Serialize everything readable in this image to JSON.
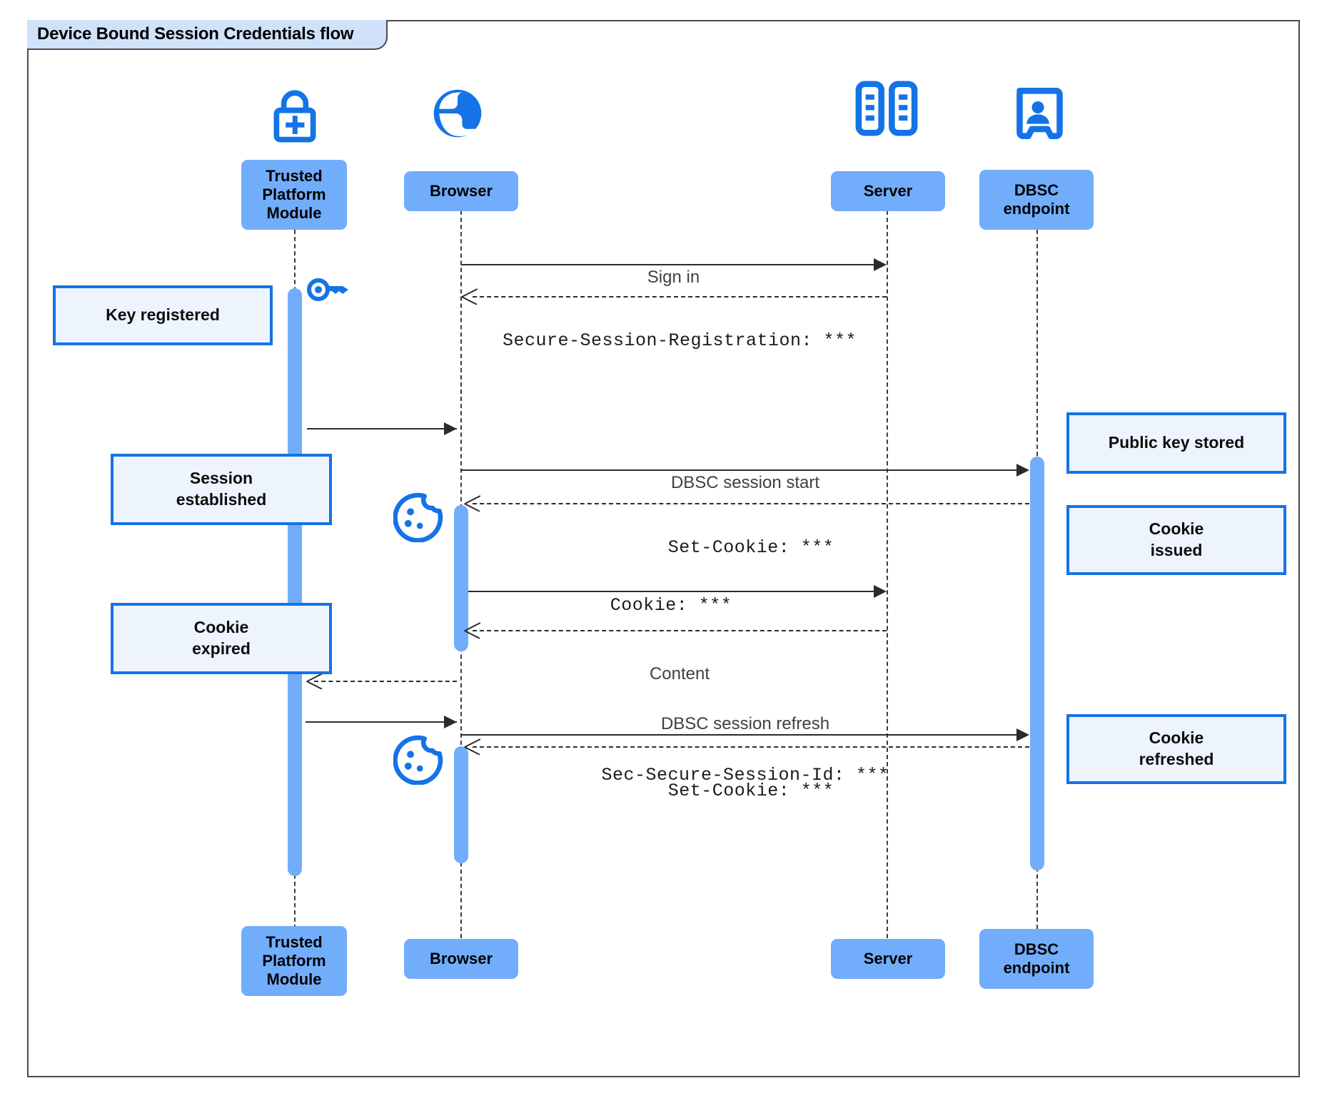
{
  "diagram": {
    "title": "Device Bound Session Credentials flow",
    "type": "sequence-diagram",
    "colors": {
      "participant_fill": "#72adfb",
      "note_fill": "#edf4fe",
      "note_border": "#1473e6",
      "icon_blue": "#1473e6",
      "activation_fill": "#72adfb",
      "frame_border": "#4a4a4a",
      "title_fill": "#cfe2fa",
      "line": "#2b2b2b"
    }
  },
  "participants": [
    {
      "id": "tpm",
      "label": "Trusted\nPlatform\nModule",
      "icon": "lock-plus-icon"
    },
    {
      "id": "browser",
      "label": "Browser",
      "icon": "globe-icon"
    },
    {
      "id": "server",
      "label": "Server",
      "icon": "server-rack-icon"
    },
    {
      "id": "dbsc",
      "label": "DBSC\nendpoint",
      "icon": "id-badge-icon"
    }
  ],
  "participants_bottom": [
    {
      "id": "tpm",
      "label": "Trusted\nPlatform\nModule"
    },
    {
      "id": "browser",
      "label": "Browser"
    },
    {
      "id": "server",
      "label": "Server"
    },
    {
      "id": "dbsc",
      "label": "DBSC\nendpoint"
    }
  ],
  "messages": [
    {
      "id": "m1",
      "from": "browser",
      "to": "server",
      "style": "solid",
      "sans": "Sign in",
      "mono": ""
    },
    {
      "id": "m2",
      "from": "server",
      "to": "browser",
      "style": "dashed",
      "sans": "",
      "mono": "Secure-Session-Registration: ***"
    },
    {
      "id": "m3",
      "from": "browser",
      "to": "tpm",
      "style": "solid",
      "sans": "",
      "mono": ""
    },
    {
      "id": "m4",
      "from": "browser",
      "to": "dbsc",
      "style": "solid",
      "sans": "DBSC session start",
      "mono": ""
    },
    {
      "id": "m5",
      "from": "dbsc",
      "to": "browser",
      "style": "dashed",
      "sans": "",
      "mono": "Set-Cookie: ***"
    },
    {
      "id": "m6",
      "from": "browser",
      "to": "server",
      "style": "solid",
      "sans": "",
      "mono": "Cookie: ***"
    },
    {
      "id": "m7",
      "from": "server",
      "to": "browser",
      "style": "dashed",
      "sans": "Content",
      "mono": ""
    },
    {
      "id": "m8",
      "from": "browser",
      "to": "tpm",
      "style": "dashed",
      "sans": "",
      "mono": ""
    },
    {
      "id": "m9",
      "from": "tpm",
      "to": "dbsc",
      "style": "solid",
      "sans": "DBSC session refresh",
      "mono": "Sec-Secure-Session-Id: ***"
    },
    {
      "id": "m10",
      "from": "dbsc",
      "to": "browser",
      "style": "dashed",
      "sans": "",
      "mono": "Set-Cookie: ***"
    }
  ],
  "notes_left": [
    {
      "id": "n1",
      "text": "Key registered"
    },
    {
      "id": "n2",
      "text": "Session\nestablished"
    },
    {
      "id": "n3",
      "text": "Cookie\nexpired"
    }
  ],
  "notes_right": [
    {
      "id": "n4",
      "text": "Public key stored"
    },
    {
      "id": "n5",
      "text": "Cookie\nissued"
    },
    {
      "id": "n6",
      "text": "Cookie\nrefreshed"
    }
  ],
  "inline_icons": [
    {
      "id": "key1",
      "name": "key-icon"
    },
    {
      "id": "cookie1",
      "name": "cookie-icon"
    },
    {
      "id": "cookie2",
      "name": "cookie-icon"
    }
  ]
}
